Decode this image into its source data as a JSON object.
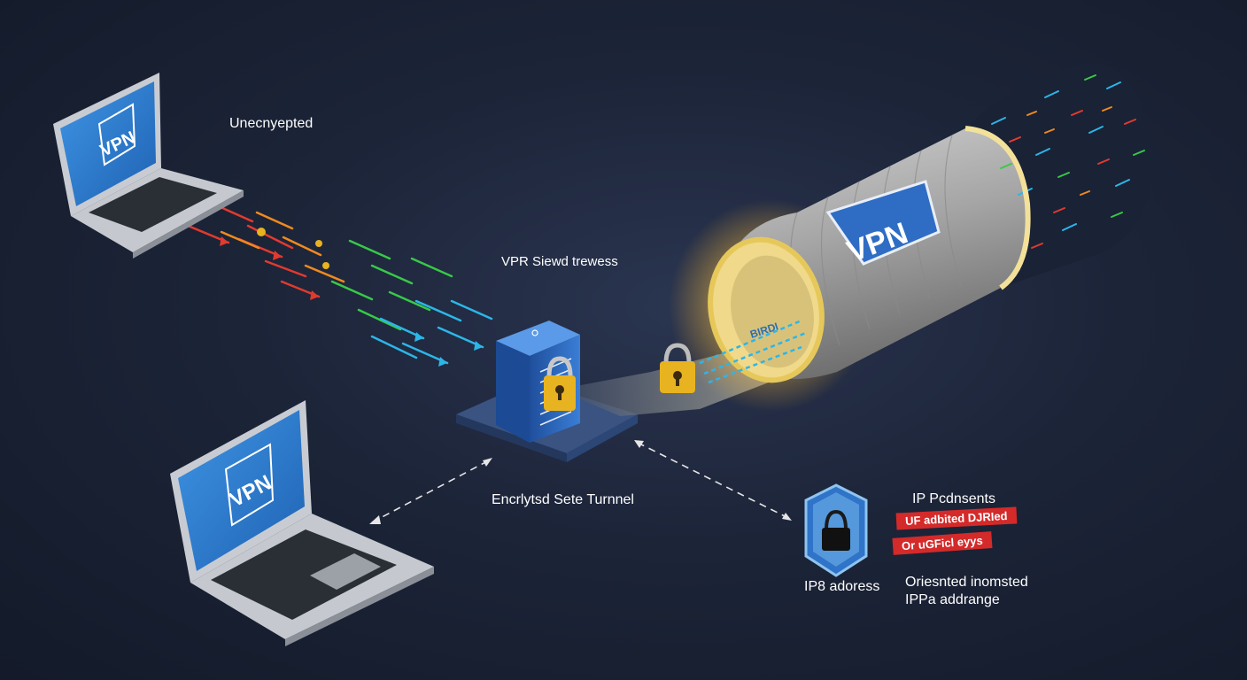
{
  "labels": {
    "unencrypted": "Unecnyepted",
    "server": "VPR Siewd trewess",
    "tunnel": "Encrlytsd Sete Turnnel",
    "ip_points": "IP Pcdnsents",
    "ip_address": "IP8 adoress",
    "oriented_line1": "Oriesnted inomsted",
    "oriented_line2": "IPPa addrange"
  },
  "tags": {
    "red_tag_1": "UF adbited DJRIed",
    "red_tag_2": "Or uGFicl eyys"
  },
  "laptop_top": {
    "screen_text": "VPN"
  },
  "laptop_bottom": {
    "screen_text": "VPN"
  },
  "tunnel_sign": {
    "text": "VPN"
  },
  "tunnel_inner_text": "BIRDI",
  "colors": {
    "background": "#1c2438",
    "laptop_screen": "#2f7fd1",
    "server_blue": "#2f6dc4",
    "lock_gold": "#e8b320",
    "tunnel_gray": "#a8a8a8",
    "tunnel_glow": "#ffd866",
    "stream_red": "#e23a2e",
    "stream_orange": "#f08a1e",
    "stream_green": "#38c948",
    "stream_cyan": "#2cb6e8",
    "tag_red": "#d42a2a"
  }
}
